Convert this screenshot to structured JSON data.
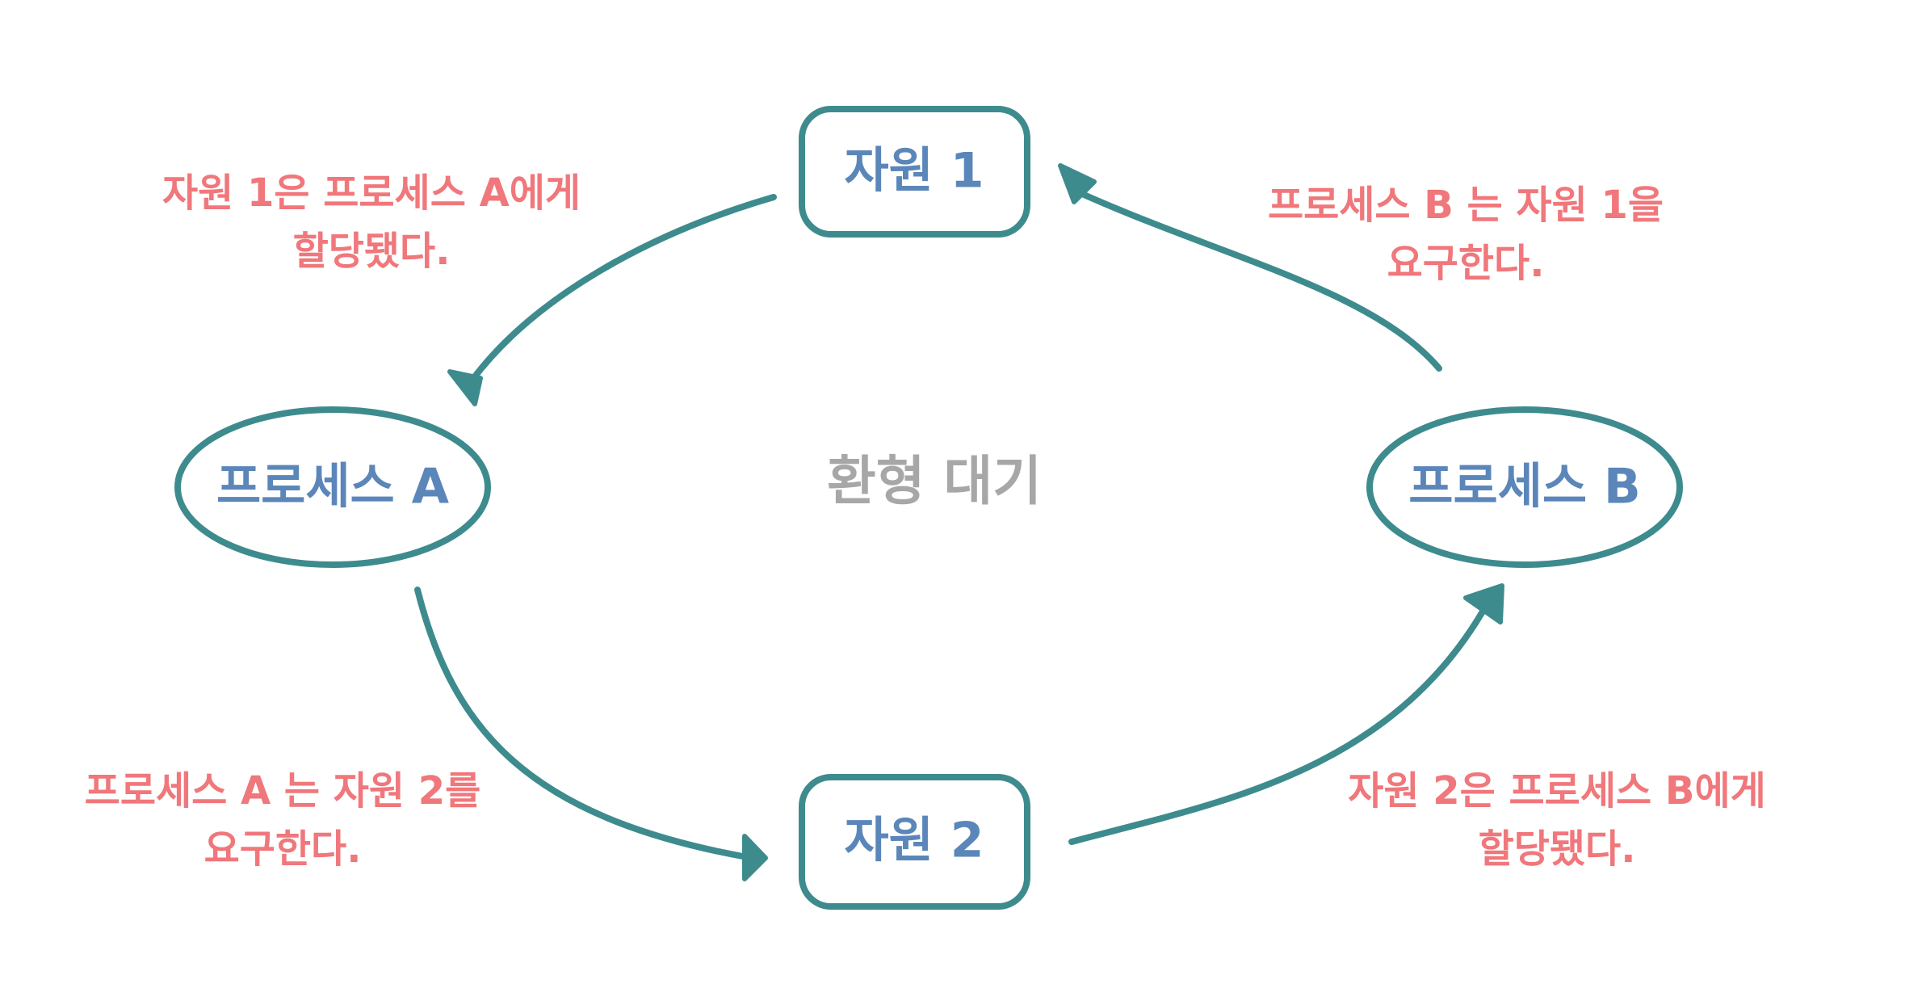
{
  "diagram": {
    "center_label": "환형 대기",
    "nodes": {
      "resource_1": "자원 1",
      "resource_2": "자원 2",
      "process_a": "프로세스 A",
      "process_b": "프로세스 B"
    },
    "edges": {
      "r1_to_a": {
        "line1": "자원 1은 프로세스 A에게",
        "line2": "할당됐다."
      },
      "b_to_r1": {
        "line1": "프로세스 B 는 자원 1을",
        "line2": "요구한다."
      },
      "a_to_r2": {
        "line1": "프로세스 A 는 자원 2를",
        "line2": "요구한다."
      },
      "r2_to_b": {
        "line1": "자원 2은 프로세스 B에게",
        "line2": "할당됐다."
      }
    },
    "colors": {
      "stroke": "#3e8b8e",
      "node_text": "#5b86b9",
      "edge_text": "#f0777b",
      "center_text": "#a7a7a7"
    }
  }
}
